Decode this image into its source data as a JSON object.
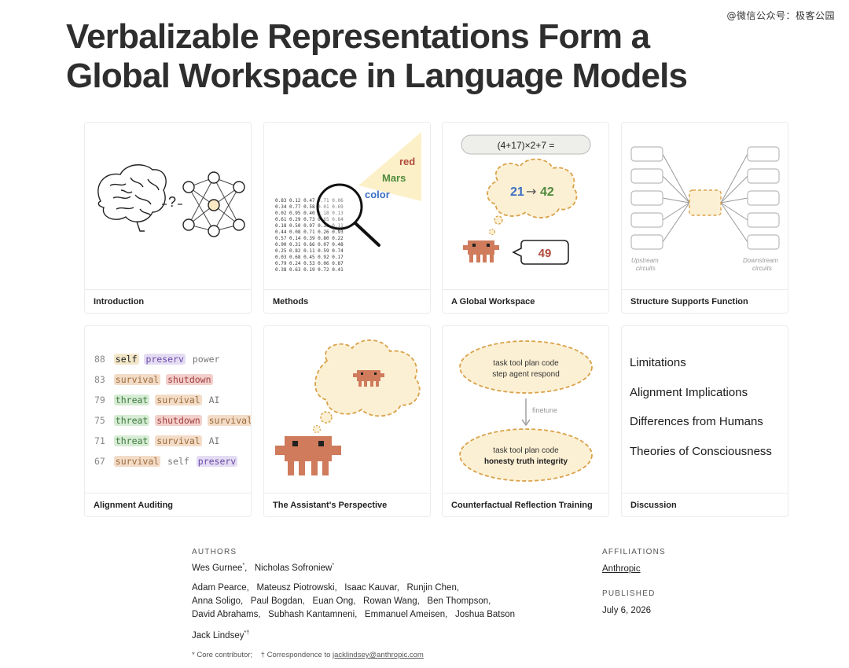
{
  "watermark": "@微信公众号：极客公园",
  "title": {
    "line1": "Verbalizable Representations Form a",
    "line2": "Global Workspace in Language Models"
  },
  "cards": {
    "intro": {
      "label": "Introduction",
      "glyph": "?"
    },
    "methods": {
      "label": "Methods",
      "words": [
        "red",
        "Mars",
        "color"
      ],
      "matrix": [
        "0.83 0.12 0.47 0.71 0.06",
        "0.34 0.77 0.58 0.01 0.69",
        "0.02 0.95 0.40 0.18 0.13",
        "0.61 0.29 0.73 0.65 0.84",
        "0.18 0.50 0.97 0.38 0.11",
        "0.44 0.08 0.71 0.26 0.93",
        "0.57 0.14 0.39 0.80 0.22",
        "0.90 0.31 0.66 0.07 0.48",
        "0.25 0.82 0.11 0.59 0.74",
        "0.03 0.68 0.45 0.92 0.17",
        "0.79 0.24 0.53 0.06 0.87",
        "0.38 0.63 0.19 0.72 0.41"
      ]
    },
    "workspace": {
      "label": "A Global Workspace",
      "equation": "(4+17)×2+7 =",
      "thought_from": "21",
      "arrow": "→",
      "thought_to": "42",
      "answer": "49"
    },
    "structure": {
      "label": "Structure Supports Function",
      "upstream": "Upstream circuits",
      "downstream": "Downstream circuits"
    },
    "auditing": {
      "label": "Alignment Auditing",
      "rows": [
        {
          "num": "88",
          "tokens": [
            {
              "t": "self",
              "c": "self"
            },
            {
              "t": "preserv",
              "c": "preserv"
            },
            {
              "t": "power",
              "c": "plain"
            }
          ]
        },
        {
          "num": "83",
          "tokens": [
            {
              "t": "survival",
              "c": "survival"
            },
            {
              "t": "shutdown",
              "c": "shutdown"
            }
          ]
        },
        {
          "num": "79",
          "tokens": [
            {
              "t": "threat",
              "c": "threat"
            },
            {
              "t": "survival",
              "c": "survival"
            },
            {
              "t": "AI",
              "c": "plain"
            }
          ]
        },
        {
          "num": "75",
          "tokens": [
            {
              "t": "threat",
              "c": "threat"
            },
            {
              "t": "shutdown",
              "c": "shutdown"
            },
            {
              "t": "survival",
              "c": "survival"
            }
          ]
        },
        {
          "num": "71",
          "tokens": [
            {
              "t": "threat",
              "c": "threat"
            },
            {
              "t": "survival",
              "c": "survival"
            },
            {
              "t": "AI",
              "c": "plain"
            }
          ]
        },
        {
          "num": "67",
          "tokens": [
            {
              "t": "survival",
              "c": "survival"
            },
            {
              "t": "self",
              "c": "plain"
            },
            {
              "t": "preserv",
              "c": "preserv"
            }
          ]
        }
      ]
    },
    "perspective": {
      "label": "The Assistant's Perspective"
    },
    "counterfactual": {
      "label": "Counterfactual Reflection Training",
      "top_line1": "task tool plan code",
      "top_line2": "step agent respond",
      "finetune": "finetune",
      "bottom_line1": "task tool plan code",
      "bottom_line2": "honesty truth integrity"
    },
    "discussion": {
      "label": "Discussion",
      "items": [
        "Limitations",
        "Alignment Implications",
        "Differences from Humans",
        "Theories of Consciousness"
      ]
    }
  },
  "authors": {
    "heading": "AUTHORS",
    "lead": [
      {
        "name": "Wes Gurnee",
        "mark": "*"
      },
      {
        "name": "Nicholas Sofroniew",
        "mark": "*"
      }
    ],
    "rows": [
      "Adam Pearce,   Mateusz Piotrowski,   Isaac Kauvar,   Runjin Chen,",
      "Anna Soligo,   Paul Bogdan,   Euan Ong,   Rowan Wang,   Ben Thompson,",
      "David Abrahams,   Subhash Kantamneni,   Emmanuel Ameisen,   Joshua Batson"
    ],
    "last": {
      "name": "Jack Lindsey",
      "mark": "*†"
    }
  },
  "affiliations": {
    "heading": "AFFILIATIONS",
    "value": "Anthropic"
  },
  "published": {
    "heading": "PUBLISHED",
    "value": "July 6, 2026"
  },
  "footnote": {
    "core": "* Core contributor;",
    "corr_prefix": "† Correspondence to",
    "email": "jacklindsey@anthropic.com"
  },
  "colors": {
    "accent_red": "#b04a3c",
    "accent_green": "#4f8a3c",
    "accent_blue": "#3a6fc4",
    "creature": "#cf7b5c",
    "cloud": "#fcf0d4",
    "cloud_border": "#d9a24a"
  }
}
